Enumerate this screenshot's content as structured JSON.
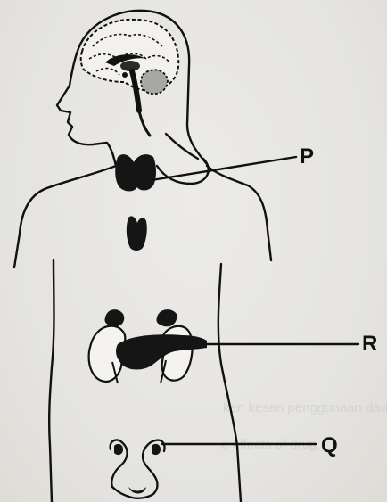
{
  "diagram": {
    "labels": {
      "p": "P",
      "q": "Q",
      "r": "R"
    },
    "bleed_through_text": {
      "line1": "ken kesan penggunaan dadah,",
      "line2": "e effects of drug"
    },
    "colors": {
      "ink": "#111111",
      "paper": "#e7e7e4"
    }
  }
}
